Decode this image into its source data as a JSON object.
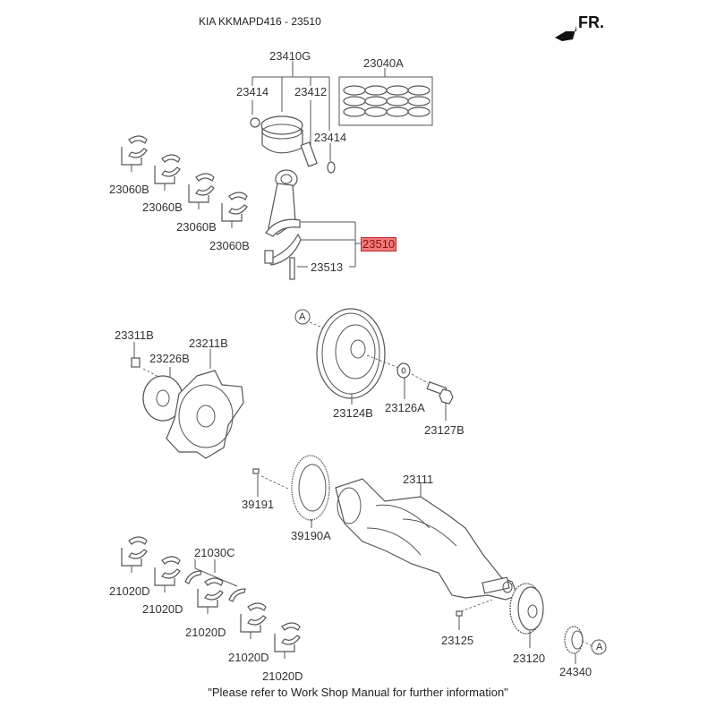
{
  "header": {
    "title": "KIA KKMAPD416 - 23510",
    "front_indicator": "FR."
  },
  "highlight_color": "#f07a7a",
  "parts": {
    "p23410G": "23410G",
    "p23040A": "23040A",
    "p23414a": "23414",
    "p23412": "23412",
    "p23414b": "23414",
    "p23060B_1": "23060B",
    "p23060B_2": "23060B",
    "p23060B_3": "23060B",
    "p23060B_4": "23060B",
    "p23510": "23510",
    "p23513": "23513",
    "p23311B": "23311B",
    "p23211B": "23211B",
    "p23226B": "23226B",
    "ref_A_top": "A",
    "p23124B": "23124B",
    "p23126A": "23126A",
    "p23127B": "23127B",
    "p23111": "23111",
    "p39191": "39191",
    "p39190A": "39190A",
    "p21030C": "21030C",
    "p21020D_1": "21020D",
    "p21020D_2": "21020D",
    "p21020D_3": "21020D",
    "p21020D_4": "21020D",
    "p21020D_5": "21020D",
    "p23125": "23125",
    "p23120": "23120",
    "p24340": "24340",
    "ref_A_bottom": "A"
  },
  "footer": {
    "note": "\"Please refer to Work Shop Manual for further information\""
  }
}
